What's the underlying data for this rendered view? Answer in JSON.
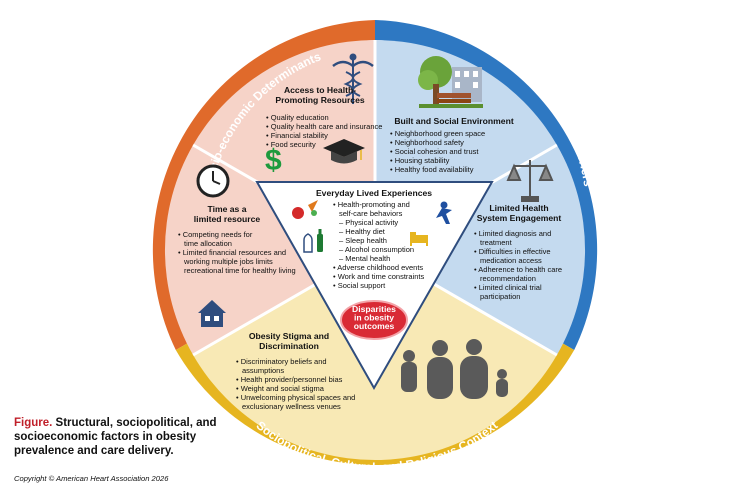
{
  "ring": {
    "left": "Socio-economic Determinants",
    "right": "Structural and Systemic Barriers",
    "bottom": "Sociopolitical, Cultural, and Religious Context"
  },
  "sections": {
    "access": {
      "title": [
        "Access to Health-",
        "Promoting Resources"
      ],
      "items": [
        "Quality education",
        "Quality health care and insurance",
        "Financial stability",
        "Food security"
      ]
    },
    "built": {
      "title": [
        "Built and Social Environment"
      ],
      "items": [
        "Neighborhood green space",
        "Neighborhood safety",
        "Social cohesion and trust",
        "Housing stability",
        "Healthy food availability"
      ]
    },
    "time": {
      "title": [
        "Time as a",
        "limited resource"
      ],
      "items": [
        [
          "Competing needs for",
          "time allocation"
        ],
        [
          "Limited financial resources and",
          "working multiple jobs limits",
          "recreational time for healthy living"
        ]
      ]
    },
    "health_system": {
      "title": [
        "Limited Health",
        "System Engagement"
      ],
      "items": [
        [
          "Limited diagnosis and",
          "treatment"
        ],
        [
          "Difficulties in effective",
          "medication access"
        ],
        [
          "Adherence to health care",
          "recommendation"
        ],
        [
          "Limited clinical trial",
          "participation"
        ]
      ]
    },
    "stigma": {
      "title": [
        "Obesity Stigma and",
        "Discrimination"
      ],
      "items": [
        [
          "Discriminatory beliefs and",
          "assumptions"
        ],
        [
          "Health provider/personnel bias"
        ],
        [
          "Weight and social stigma"
        ],
        [
          "Unwelcoming physical spaces and",
          "exclusionary wellness venues"
        ]
      ]
    },
    "everyday": {
      "title": "Everyday Lived Experiences",
      "items": [
        {
          "text": "Health-promoting and",
          "bullet": true
        },
        {
          "text": "self-care behaviors",
          "bullet": false
        },
        {
          "text": "– Physical activity",
          "bullet": false
        },
        {
          "text": "– Healthy diet",
          "bullet": false
        },
        {
          "text": "– Sleep health",
          "bullet": false
        },
        {
          "text": "– Alcohol consumption",
          "bullet": false
        },
        {
          "text": "– Mental health",
          "bullet": false
        },
        {
          "text": "Adverse childhood events",
          "bullet": true
        },
        {
          "text": "Work and time constraints",
          "bullet": true
        },
        {
          "text": "Social support",
          "bullet": true
        }
      ]
    }
  },
  "center_badge": [
    "Disparities",
    "in obesity",
    "outcomes"
  ],
  "caption": {
    "label": "Figure.",
    "text": "Structural, sociopolitical, and socioeconomic factors in obesity prevalence and care delivery."
  },
  "copyright": "Copyright © American Heart Association 2026",
  "icon_glyphs": {
    "dollar": "$"
  },
  "colors": {
    "ring_left": "#e06a2b",
    "ring_right": "#2e78c2",
    "ring_bottom": "#e6b520",
    "pink": "#f6d3c8",
    "blue": "#c4daef",
    "yellow": "#f8e9b5",
    "badge": "#d92a35"
  }
}
